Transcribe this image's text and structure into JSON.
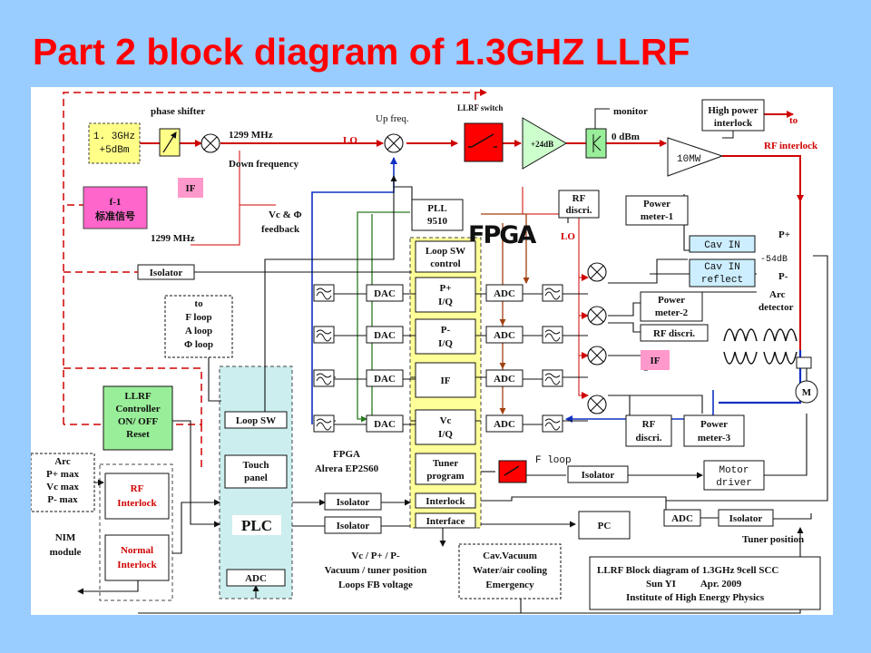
{
  "title": "Part 2  block diagram of 1.3GHZ LLRF",
  "diagram": {
    "source": [
      "1. 3GHz",
      "+5dBm"
    ],
    "phase_shifter": "phase shifter",
    "freq_1299_top": "1299 MHz",
    "down_frequency": "Down frequency",
    "if_label": "IF",
    "f1_box": [
      "f-1",
      "标准信号"
    ],
    "freq_1299_bottom": "1299 MHz",
    "up_freq": "Up freq.",
    "lo_top": "LO",
    "llrf_switch": "LLRF switch",
    "amp_gain": "+24dB",
    "monitor": "monitor",
    "zero_dbm": "0 dBm",
    "klystron": "10MW",
    "hp_interlock": [
      "High power",
      "interlock"
    ],
    "to_rf_interlock": [
      "to",
      "RF interlock"
    ],
    "vc_phi_feedback": [
      "Vc & Φ",
      "feedback"
    ],
    "pll": [
      "PLL",
      "9510"
    ],
    "fpga_label": "FPGA",
    "rf_discri_top": [
      "RF",
      "discri."
    ],
    "power_meter_1": [
      "Power",
      "meter-1"
    ],
    "lo_right": "LO",
    "cav_in": "Cav IN",
    "cav_in_reflect": [
      "Cav IN",
      "reflect"
    ],
    "p_plus": "P+",
    "minus_54db": "-54dB",
    "p_minus": "P-",
    "arc_detector": [
      "Arc",
      "detector"
    ],
    "isolator": "Isolator",
    "to_loops": [
      "to",
      "F loop",
      "A loop",
      "Φ loop"
    ],
    "fpga_blocks": {
      "loop_sw_control": [
        "Loop SW",
        "control"
      ],
      "p_plus_iq": [
        "P+",
        "I/Q"
      ],
      "p_minus_iq": [
        "P-",
        "I/Q"
      ],
      "if": "IF",
      "vc_iq": [
        "Vc",
        "I/Q"
      ],
      "tuner_program": [
        "Tuner",
        "program"
      ],
      "interlock": "Interlock",
      "interface": "Interface"
    },
    "dac": "DAC",
    "adc": "ADC",
    "power_meter_2": [
      "Power",
      "meter-2"
    ],
    "rf_discri_mid": "RF discri.",
    "if_right": "IF",
    "rf_discri_bottom": [
      "RF",
      "discri."
    ],
    "power_meter_3": [
      "Power",
      "meter-3"
    ],
    "motor": "M",
    "llrf_controller": [
      "LLRF",
      "Controller",
      "ON/ OFF",
      "Reset"
    ],
    "loop_sw": "Loop SW",
    "touch_panel": [
      "Touch",
      "panel"
    ],
    "plc": "PLC",
    "plc_adc": "ADC",
    "fpga_chip": [
      "FPGA",
      "Alrera EP2S60"
    ],
    "f_loop": "F loop",
    "motor_driver": [
      "Motor",
      "driver"
    ],
    "arc_inputs": [
      "Arc",
      "P+  max",
      "Vc max",
      "P-  max"
    ],
    "rf_interlock": [
      "RF",
      "Interlock"
    ],
    "normal_interlock": [
      "Normal",
      "Interlock"
    ],
    "nim_module": [
      "NIM",
      "module"
    ],
    "pc": "PC",
    "adc_right": "ADC",
    "tuner_position": "Tuner position",
    "bottom_signals": [
      "Vc / P+ / P-",
      "Vacuum / tuner position",
      "Loops FB voltage"
    ],
    "cav_vacuum": [
      "Cav.Vacuum",
      "Water/air cooling",
      "Emergency"
    ],
    "info_box": [
      "LLRF Block diagram  of 1.3GHz 9cell SCC",
      "Sun YI          Apr. 2009",
      "Institute of High Energy Physics"
    ]
  }
}
